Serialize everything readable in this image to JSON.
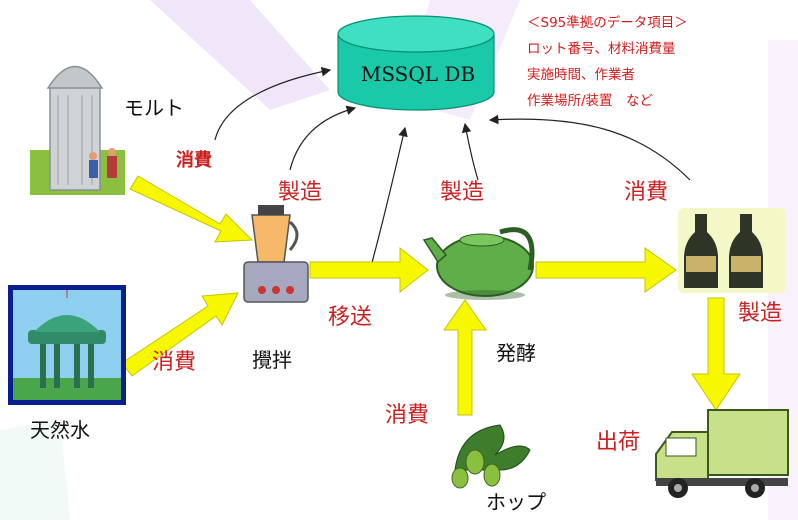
{
  "diagram": {
    "database": {
      "label": "MSSQL DB",
      "icon": "database-cylinder-icon"
    },
    "note": {
      "title": "＜S95準拠のデータ項目＞",
      "lines": [
        "ロット番号、材料消費量",
        "実施時間、作業者",
        "作業場所/装置　など"
      ]
    },
    "nodes": {
      "malt": {
        "label": "モルト",
        "icon": "silo-icon"
      },
      "water": {
        "label": "天然水",
        "icon": "water-tower-icon"
      },
      "mixing": {
        "label": "攪拌",
        "icon": "blender-icon"
      },
      "fermentation": {
        "label": "発酵",
        "icon": "kettle-icon"
      },
      "hops": {
        "label": "ホップ",
        "icon": "hops-plant-icon"
      },
      "bottles": {
        "label": "",
        "icon": "beer-bottles-icon"
      },
      "shipping": {
        "label": "出荷",
        "icon": "delivery-truck-icon"
      }
    },
    "edge_labels": {
      "malt_consume": "消費",
      "water_consume": "消費",
      "mix_produce": "製造",
      "transfer": "移送",
      "ferment_produce": "製造",
      "hops_consume": "消費",
      "bottle_consume": "消費",
      "bottle_produce": "製造"
    },
    "colors": {
      "arrow": "#f7f700",
      "db": "#19c9a8",
      "label_red": "#cc1f1f"
    }
  }
}
